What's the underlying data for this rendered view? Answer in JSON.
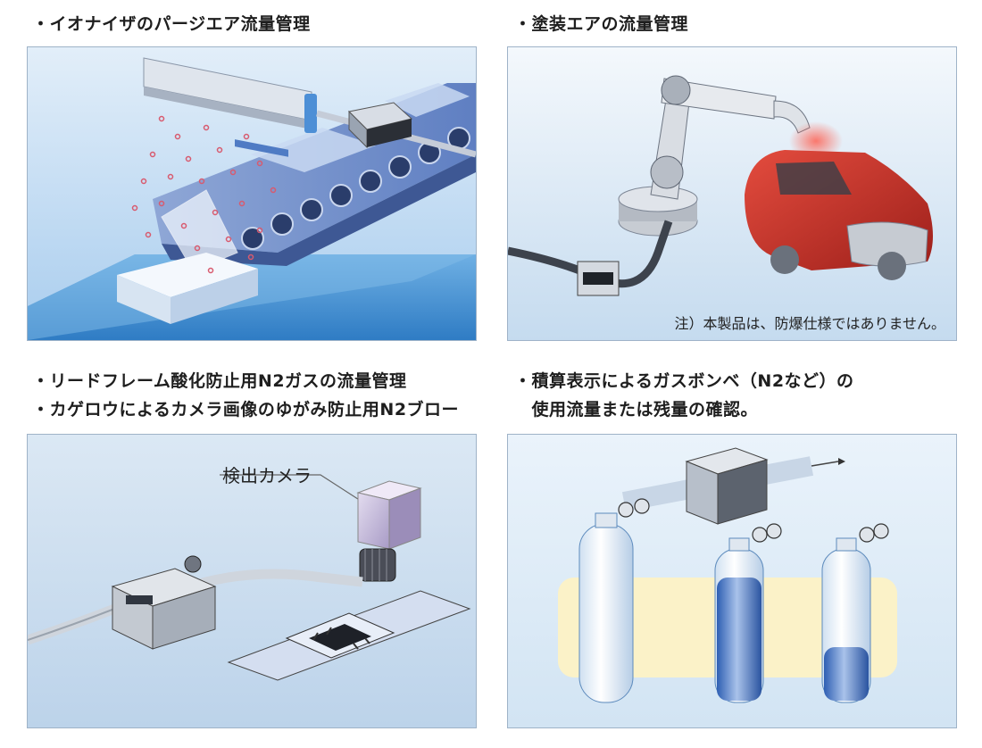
{
  "sections": [
    {
      "heading_lines": [
        "・イオナイザのパージエア流量管理"
      ]
    },
    {
      "heading_lines": [
        "・塗装エアの流量管理"
      ],
      "note": "注）本製品は、防爆仕様ではありません。"
    },
    {
      "heading_lines": [
        "・リードフレーム酸化防止用N2ガスの流量管理",
        "・カゲロウによるカメラ画像のゆがみ防止用N2ブロー"
      ],
      "callout": "検出カメラ"
    },
    {
      "heading_lines": [
        "・積算表示によるガスボンベ（N2など）の",
        "　使用流量または残量の確認。"
      ]
    }
  ],
  "colors": {
    "panel_border": "#9fb3c8",
    "bg_blue_top": "#cfe2f3",
    "bg_blue_bottom": "#5ea5dd",
    "robot_bg_top": "#dce9f4",
    "car_red": "#d7352b",
    "cylinder_liquid": "#3a6fc4",
    "highlight_band": "#fbf2c8"
  }
}
